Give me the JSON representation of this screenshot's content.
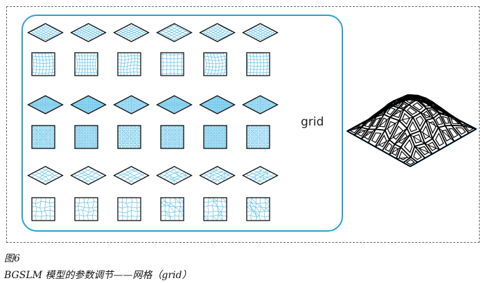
{
  "figure": {
    "number": "图6",
    "caption": "BGSLM 模型的参数调节——网格（grid）"
  },
  "diagram": {
    "side_label": "grid",
    "colors": {
      "pattern": "#6ec6ea",
      "panel_border": "#2aa0d4",
      "outline": "#111111",
      "model_line": "#000000"
    },
    "groups": [
      {
        "pattern": "distorted-grid",
        "count": 6
      },
      {
        "pattern": "dense-ornamental",
        "count": 6
      },
      {
        "pattern": "irregular-mesh",
        "count": 6
      }
    ]
  }
}
